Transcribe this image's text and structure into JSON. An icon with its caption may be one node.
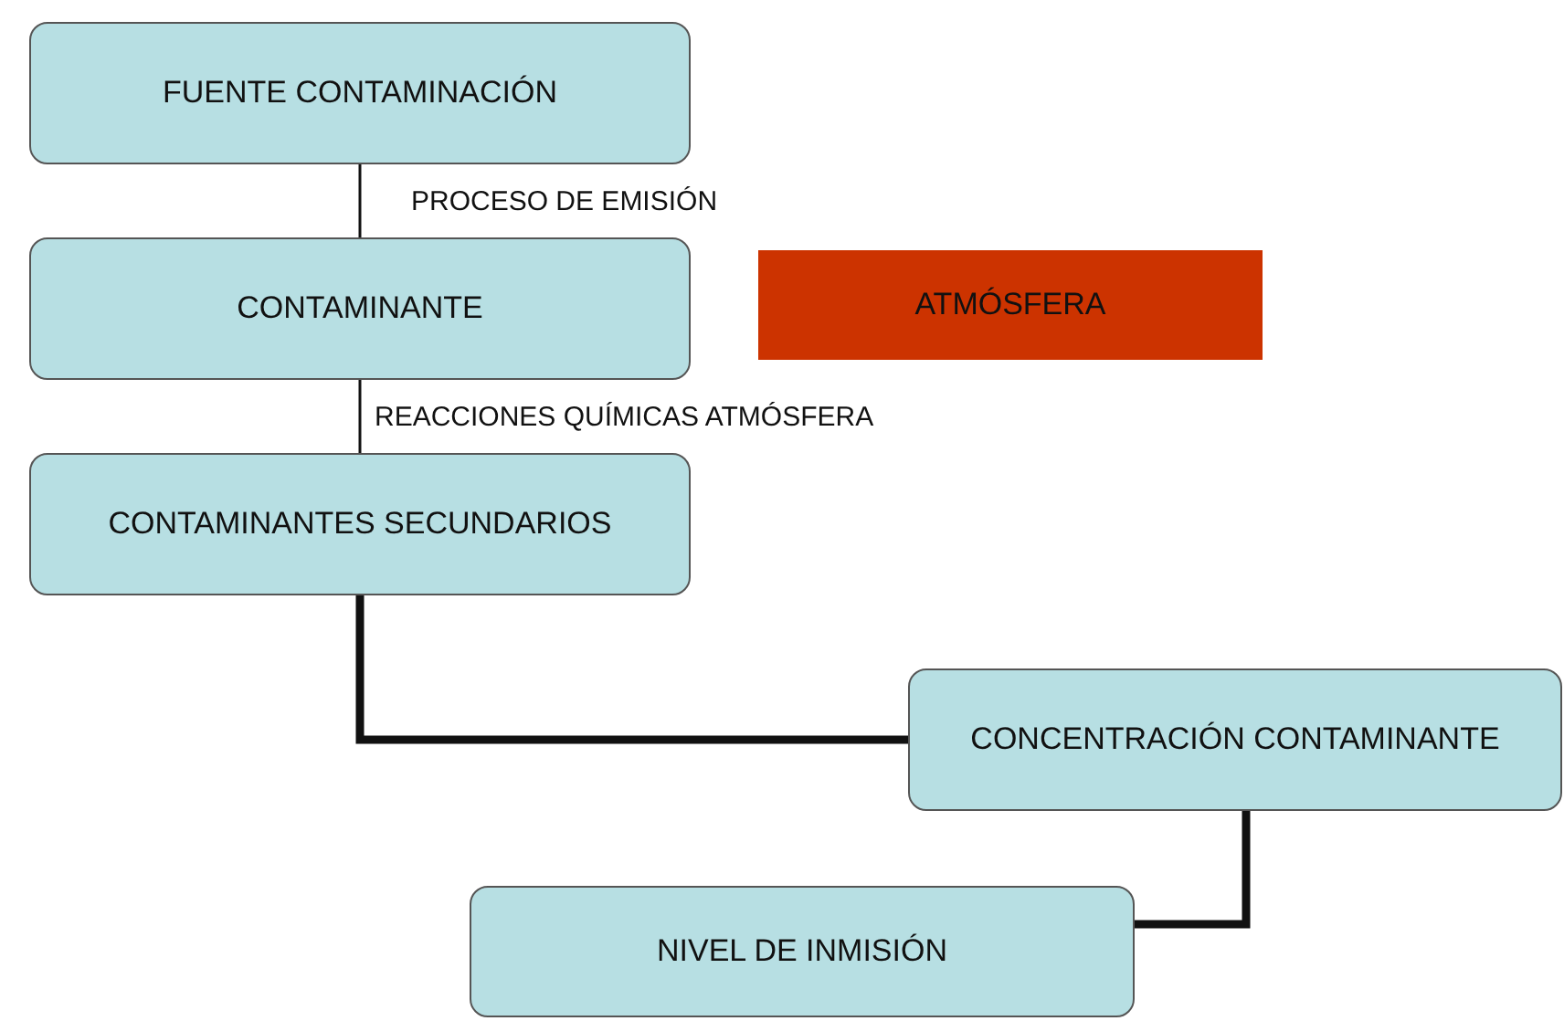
{
  "diagram": {
    "nodes": [
      {
        "text": [
          "FUENTE CONTAMINACIÓN"
        ]
      },
      {
        "text": [
          "CONTAMINANTE"
        ]
      },
      {
        "text": [
          "ATMÓSFERA"
        ]
      },
      {
        "text": [
          "CONTAMINANTES SECUNDARIOS"
        ]
      },
      {
        "text": [
          "CONCENTRACIÓN CONTAMINANTE"
        ]
      },
      {
        "text": [
          "NIVEL DE INMISIÓN"
        ]
      }
    ],
    "edges": [
      {
        "from": 0,
        "to": 1,
        "arrow": "none",
        "label": "PROCESO DE EMISIÓN"
      },
      {
        "from": 1,
        "to": 3,
        "arrow": "none",
        "label": "REACCIONES QUÍMICAS ATMÓSFERA"
      },
      {
        "from": 3,
        "to": 4,
        "arrow": "none",
        "style": "thick"
      },
      {
        "from": 4,
        "to": 5,
        "arrow": "none",
        "style": "thick"
      }
    ]
  }
}
